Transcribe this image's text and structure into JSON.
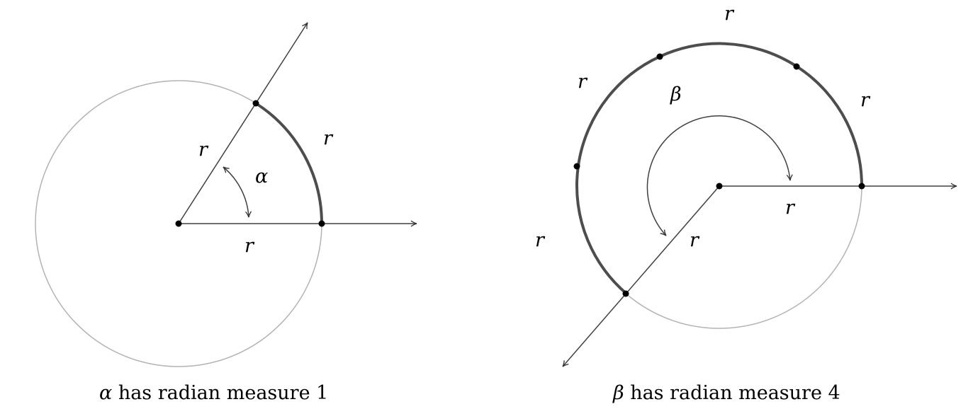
{
  "colors": {
    "circle": "#b3b3b3",
    "arc": "#4d4d4d",
    "line": "#404040",
    "point": "#000000"
  },
  "left": {
    "angle_symbol": "α",
    "radius_label": "r",
    "caption_symbol": "α",
    "caption_text": " has radian measure 1",
    "radian_measure": 1
  },
  "right": {
    "angle_symbol": "β",
    "radius_label": "r",
    "caption_symbol": "β",
    "caption_text": " has radian measure 4",
    "radian_measure": 4
  }
}
